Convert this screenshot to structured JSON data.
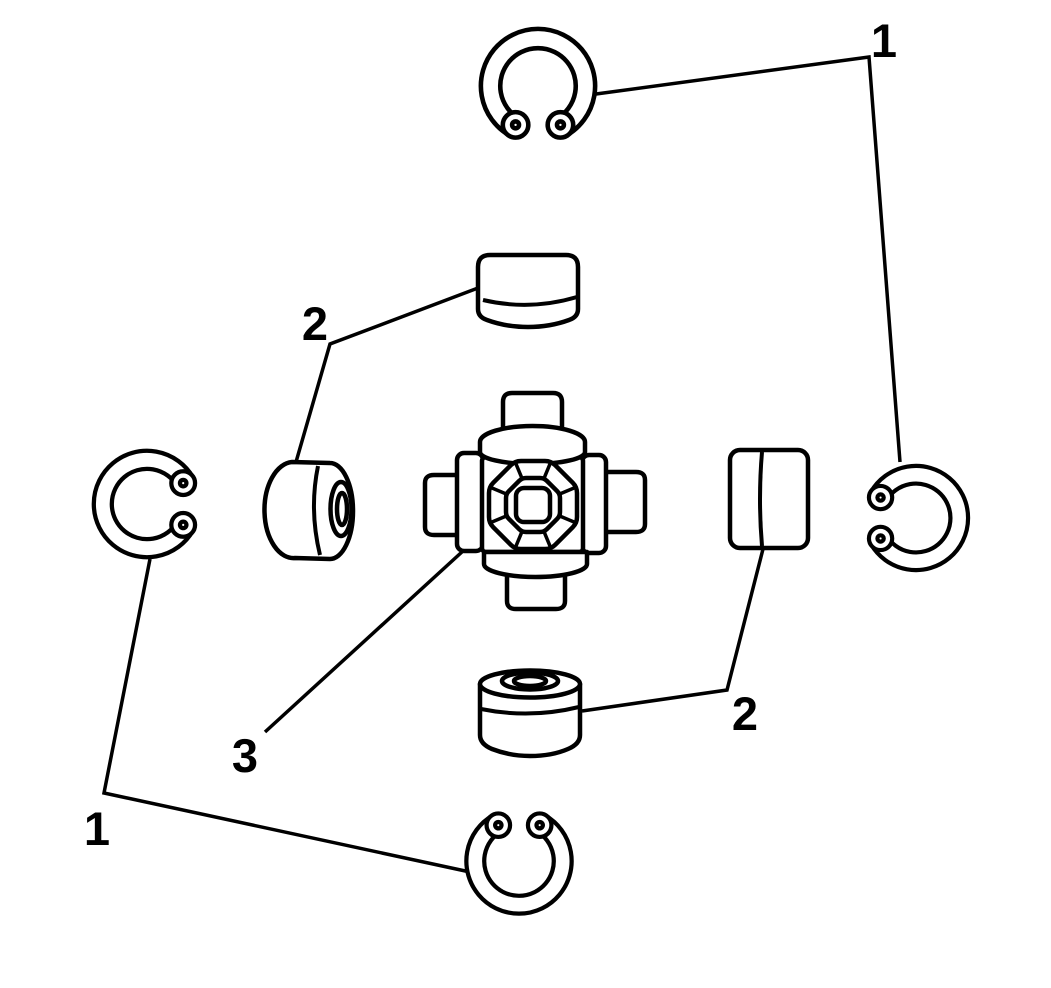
{
  "diagram": {
    "background_color": "#ffffff",
    "line_color": "#000000",
    "callouts": {
      "one_top_right": "1",
      "one_bottom_left": "1",
      "two_upper_left": "2",
      "two_right": "2",
      "three_center": "3"
    }
  }
}
